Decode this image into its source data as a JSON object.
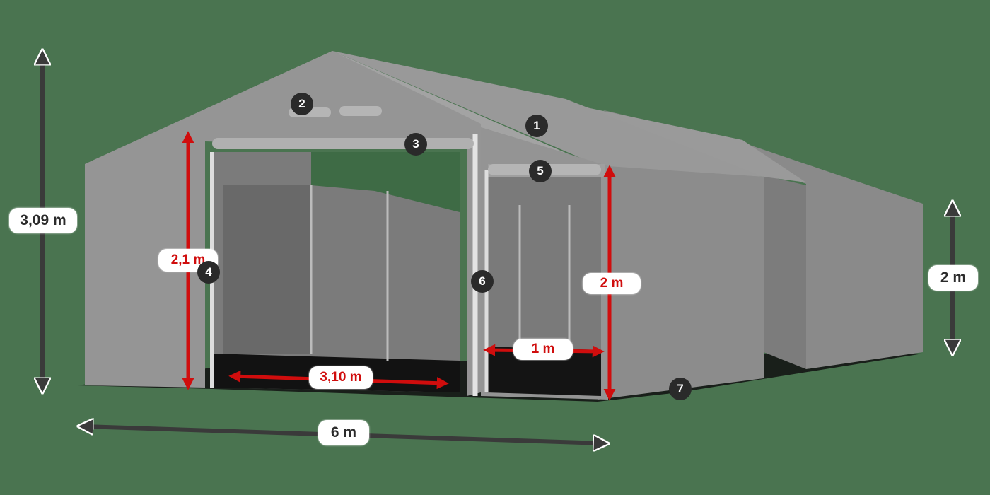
{
  "diagram": {
    "subject": "Tent / storage hall with gable roof, two open front entrances",
    "background_color": "#4a7450",
    "tent_color": "#8e8e8e",
    "dimensions": {
      "total_height": "3,09 m",
      "side_wall_height": "2 m",
      "width": "6 m",
      "entrance_height": "2,1 m",
      "entrance_width": "3,10 m",
      "side_entrance_height": "2 m",
      "side_entrance_width": "1 m"
    },
    "markers": [
      "1",
      "2",
      "3",
      "4",
      "5",
      "6",
      "7"
    ],
    "accent_colors": {
      "dimension_red": "#d00d0d",
      "dimension_dark": "#3a3a3a",
      "label_bg": "#ffffff",
      "marker_bg": "#2a2a2a"
    }
  }
}
